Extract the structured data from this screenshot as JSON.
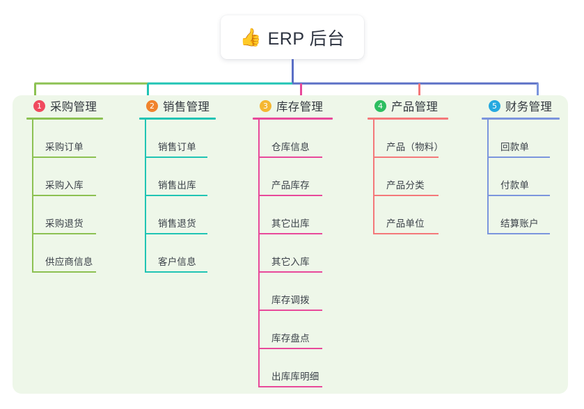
{
  "root": {
    "icon": "thumbs-up-icon",
    "icon_glyph": "👍",
    "title": "ERP 后台"
  },
  "palette": {
    "page_background": "#ffffff",
    "panel_background": "#eef7e9",
    "root_card_background": "#ffffff",
    "root_title_color": "#2d3340",
    "trunk_line": "#5b6fc6"
  },
  "columns": [
    {
      "number": "1",
      "title": "采购管理",
      "badge_color": "#f04a5e",
      "line_color": "#8cc152",
      "items": [
        "采购订单",
        "采购入库",
        "采购退货",
        "供应商信息"
      ]
    },
    {
      "number": "2",
      "title": "销售管理",
      "badge_color": "#f0832c",
      "line_color": "#20c4b4",
      "items": [
        "销售订单",
        "销售出库",
        "销售退货",
        "客户信息"
      ]
    },
    {
      "number": "3",
      "title": "库存管理",
      "badge_color": "#f5b731",
      "line_color": "#e8499a",
      "items": [
        "仓库信息",
        "产品库存",
        "其它出库",
        "其它入库",
        "库存调拨",
        "库存盘点",
        "出库库明细"
      ]
    },
    {
      "number": "4",
      "title": "产品管理",
      "badge_color": "#2dbe60",
      "line_color": "#f4787a",
      "items": [
        "产品（物料）",
        "产品分类",
        "产品单位"
      ]
    },
    {
      "number": "5",
      "title": "财务管理",
      "badge_color": "#25a9e0",
      "line_color": "#7b95dd",
      "items": [
        "回款单",
        "付款单",
        "结算账户"
      ]
    }
  ]
}
